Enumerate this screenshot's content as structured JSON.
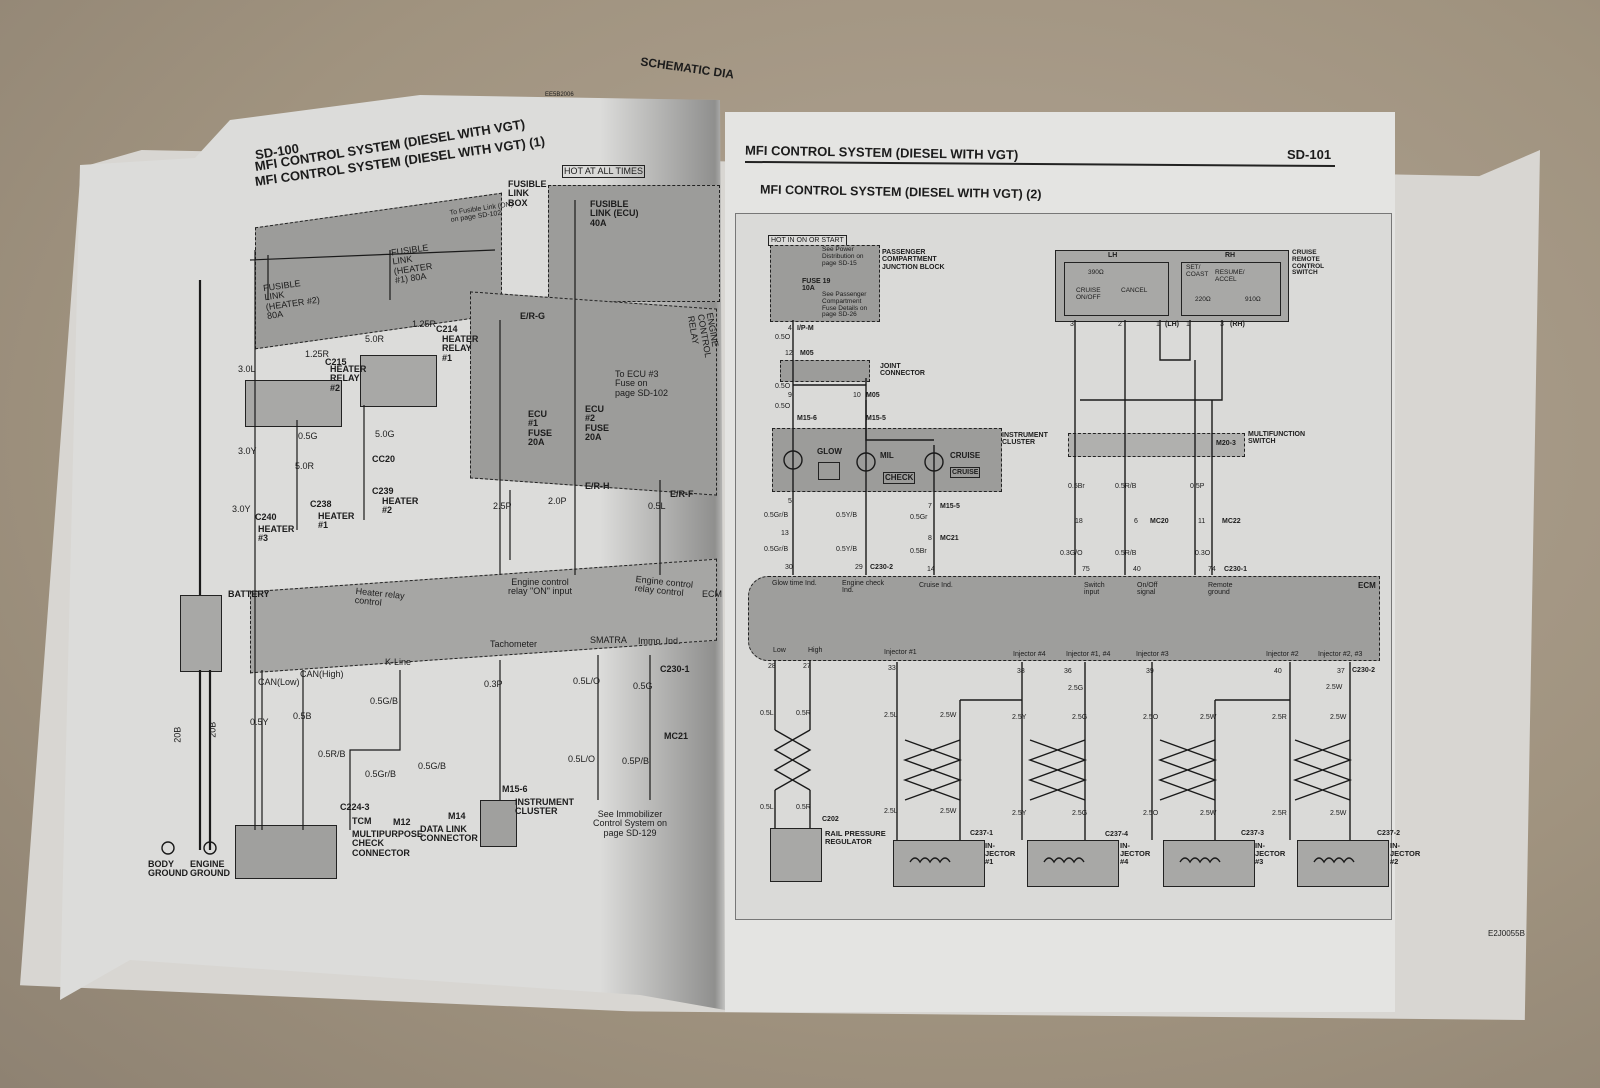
{
  "left_page": {
    "page_number": "SD-100",
    "header_right": "SCHEMATIC DIA",
    "code": "EE5B2006",
    "title": "MFI CONTROL SYSTEM (DIESEL WITH VGT)",
    "subtitle": "MFI CONTROL SYSTEM (DIESEL WITH VGT) (1)",
    "labels": [
      "HOT AT ALL TIMES",
      "FUSIBLE LINK (ECU) 40A",
      "FUSIBLE LINK BOX",
      "FUSIBLE LINK (HEATER #1) 80A",
      "FUSIBLE LINK (HEATER #2) 80A",
      "To Fusible Link (ON) on page SD-102",
      "HEATER RELAY #2",
      "HEATER RELAY #1",
      "ENGINE CONTROL RELAY",
      "To ECU #3 Fuse on page SD-102",
      "ECU #1 FUSE 20A",
      "ECU #2 FUSE 20A",
      "HEATER #3",
      "HEATER #1",
      "HEATER #2",
      "BATTERY",
      "Heater relay control",
      "Engine control relay \"ON\" input",
      "Engine control relay control",
      "ECM",
      "CAN(Low)",
      "CAN(High)",
      "K-Line",
      "Tachometer",
      "SMATRA",
      "Immo. Ind.",
      "C230-1",
      "TCM",
      "M12",
      "M14",
      "MULTIPURPOSE CHECK CONNECTOR",
      "DATA LINK CONNECTOR",
      "M15-6",
      "INSTRUMENT CLUSTER",
      "MC21",
      "See Immobilizer Control System on page SD-129",
      "BODY GROUND",
      "ENGINE GROUND",
      "E/R-G",
      "E/R-H",
      "E/R-F",
      "C215",
      "C214",
      "C224-3",
      "C240",
      "C238",
      "C239",
      "CC20"
    ],
    "wire_labels": [
      "3.0L",
      "1.25R",
      "5.0R",
      "1.25R",
      "5.0G",
      "3.0Y",
      "5.0R",
      "0.5G",
      "3.0Y",
      "2.5P",
      "2.0P",
      "0.5L",
      "0.5Y",
      "0.5B",
      "0.5G/B",
      "0.3P",
      "0.5L/O",
      "0.5G",
      "0.5R/B",
      "0.5Gr/B",
      "0.5G/B",
      "0.5L/O",
      "0.5P/B",
      "20B",
      "20B"
    ]
  },
  "right_page": {
    "header_title": "MFI CONTROL SYSTEM (DIESEL WITH VGT)",
    "page_number": "SD-101",
    "subtitle": "MFI CONTROL SYSTEM (DIESEL WITH VGT) (2)",
    "hot_label": "HOT IN ON OR START",
    "fuse_block": {
      "see_power": "See Power Distribution on page SD-15",
      "fuse": "FUSE 19 10A",
      "see_fuse": "See Passenger Compartment Fuse Details on page SD-26",
      "name": "PASSENGER COMPARTMENT JUNCTION BLOCK"
    },
    "joint_connector": "JOINT CONNECTOR",
    "instrument_cluster": {
      "name": "INSTRUMENT CLUSTER",
      "glow": "GLOW",
      "mil": "MIL",
      "check": "CHECK",
      "cruise": "CRUISE",
      "cruise_lamp": "CRUISE"
    },
    "cruise_switch": {
      "name": "CRUISE REMOTE CONTROL SWITCH",
      "lh": "LH",
      "rh": "RH",
      "r1": "390Ω",
      "cruise_onoff": "CRUISE ON/OFF",
      "cancel": "CANCEL",
      "set_coast": "SET/ COAST",
      "resume": "RESUME/ ACCEL",
      "r2": "220Ω",
      "r3": "910Ω"
    },
    "multifunction_switch": "MULTIFUNCTION SWITCH",
    "ecm": {
      "name": "ECM",
      "pins_top": [
        "Glow time Ind.",
        "Engine check Ind.",
        "Cruise Ind.",
        "Switch input",
        "On/Off signal",
        "Remote ground"
      ],
      "pins_bottom": [
        "Low",
        "High",
        "Injector #1",
        "Injector #4",
        "Injector #1, #4",
        "Injector #3",
        "Injector #2",
        "Injector #2, #3"
      ]
    },
    "connectors": [
      "I/P-M",
      "M05",
      "M05",
      "M15-6",
      "M15-5",
      "M15-5",
      "MC21",
      "C230-2",
      "C230-1",
      "M20-3",
      "MC20",
      "MC22",
      "C230-2",
      "C202",
      "C237-1",
      "C237-4",
      "C237-3",
      "C237-2",
      "(LH)",
      "(RH)"
    ],
    "pin_numbers": [
      "4",
      "12",
      "9",
      "10",
      "5",
      "13",
      "30",
      "29",
      "14",
      "7",
      "8",
      "3",
      "2",
      "1",
      "1",
      "3",
      "18",
      "6",
      "11",
      "75",
      "40",
      "74",
      "28",
      "27",
      "33",
      "38",
      "36",
      "39",
      "40",
      "37"
    ],
    "wire_labels": [
      "0.5O",
      "0.5O",
      "0.5O",
      "0.5Gr/B",
      "0.5Y/B",
      "0.5Gr",
      "0.5Gr/B",
      "0.5Y/B",
      "0.5Br",
      "0.5Br",
      "0.5R/B",
      "0.5P",
      "0.3G/O",
      "0.5R/B",
      "0.3O",
      "0.5L",
      "0.5R",
      "2.5L",
      "2.5W",
      "2.5G",
      "2.5Y",
      "2.5G",
      "2.5O",
      "2.5W",
      "2.5R",
      "2.5W",
      "2.5W",
      "0.5L",
      "0.5R",
      "2.5L",
      "2.5W",
      "2.5Y",
      "2.5G",
      "2.5O",
      "2.5W",
      "2.5R",
      "2.5W"
    ],
    "devices": [
      "RAIL PRESSURE REGULATOR",
      "IN-JECTOR #1",
      "IN-JECTOR #4",
      "IN-JECTOR #3",
      "IN-JECTOR #2"
    ],
    "figure_code": "E2J0055B"
  },
  "colors": {
    "carpet": "#a3968a",
    "page": "#e4e4e2",
    "shade": "#9c9c9a"
  }
}
